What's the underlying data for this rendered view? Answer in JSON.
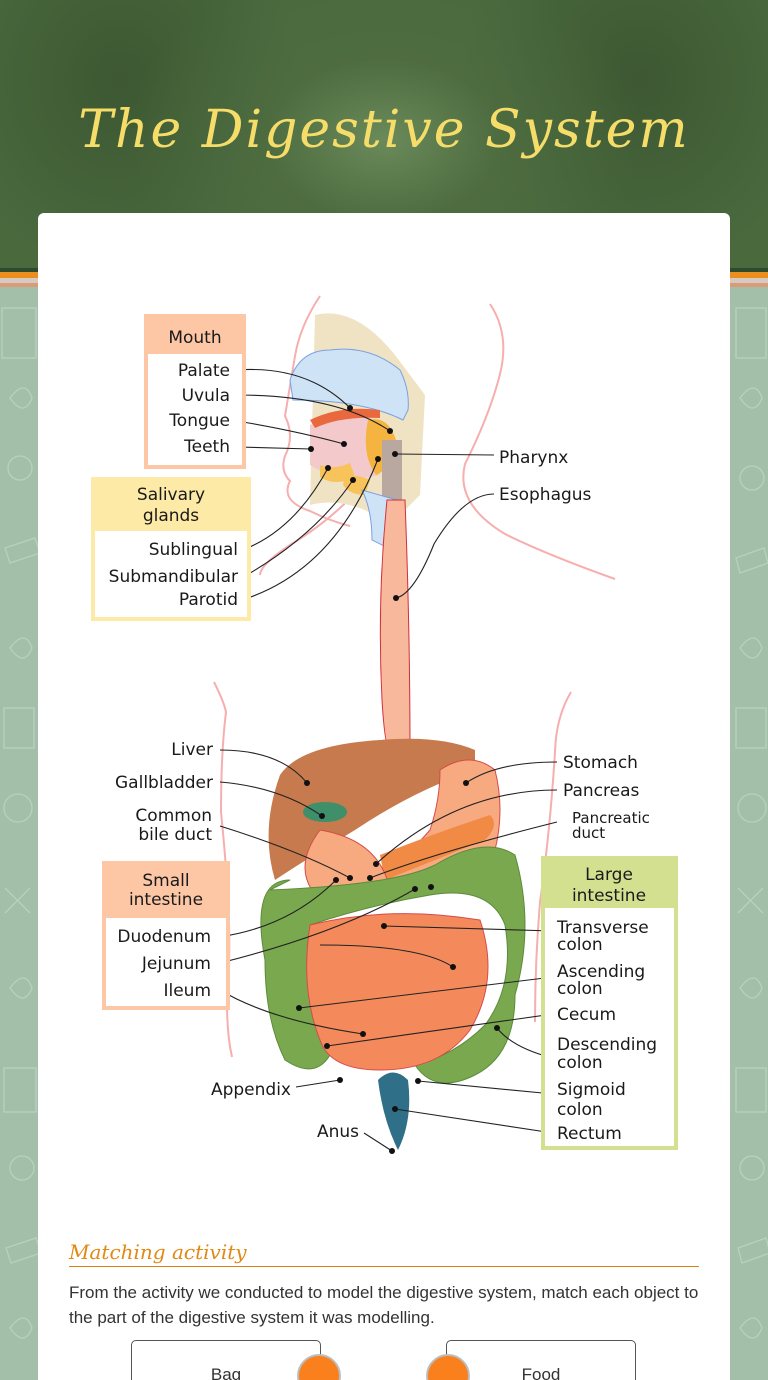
{
  "page": {
    "title": "The Digestive System"
  },
  "diagram": {
    "groups": {
      "mouth": {
        "title": "Mouth",
        "color": "#fdc7a6",
        "items": [
          "Palate",
          "Uvula",
          "Tongue",
          "Teeth"
        ]
      },
      "salivary_glands": {
        "title_line1": "Salivary",
        "title_line2": "glands",
        "color": "#fdeaa6",
        "items": [
          "Sublingual",
          "Submandibular",
          "Parotid"
        ]
      },
      "small_intestine": {
        "title_line1": "Small",
        "title_line2": "intestine",
        "color": "#fdc7a6",
        "items": [
          "Duodenum",
          "Jejunum",
          "Ileum"
        ]
      },
      "large_intestine": {
        "title_line1": "Large",
        "title_line2": "intestine",
        "color": "#d3e08f",
        "items": [
          {
            "line1": "Transverse",
            "line2": "colon"
          },
          {
            "line1": "Ascending",
            "line2": "colon"
          },
          {
            "line1": "Cecum",
            "line2": ""
          },
          {
            "line1": "Descending",
            "line2": "colon"
          },
          {
            "line1": "Sigmoid",
            "line2": "colon"
          },
          {
            "line1": "Rectum",
            "line2": ""
          }
        ]
      }
    },
    "labels": {
      "pharynx": "Pharynx",
      "esophagus": "Esophagus",
      "liver": "Liver",
      "gallbladder": "Gallbladder",
      "common_bile_duct_1": "Common",
      "common_bile_duct_2": "bile duct",
      "stomach": "Stomach",
      "pancreas": "Pancreas",
      "pancreatic_duct_1": "Pancreatic",
      "pancreatic_duct_2": "duct",
      "appendix": "Appendix",
      "anus": "Anus"
    }
  },
  "activity": {
    "heading": "Matching activity",
    "instructions": "From the activity we conducted to model the digestive system, match each object to the part of the digestive system it was modelling.",
    "left_items": [
      "Bag"
    ],
    "right_items": [
      "Food"
    ],
    "connector_color": "#f9801d"
  }
}
